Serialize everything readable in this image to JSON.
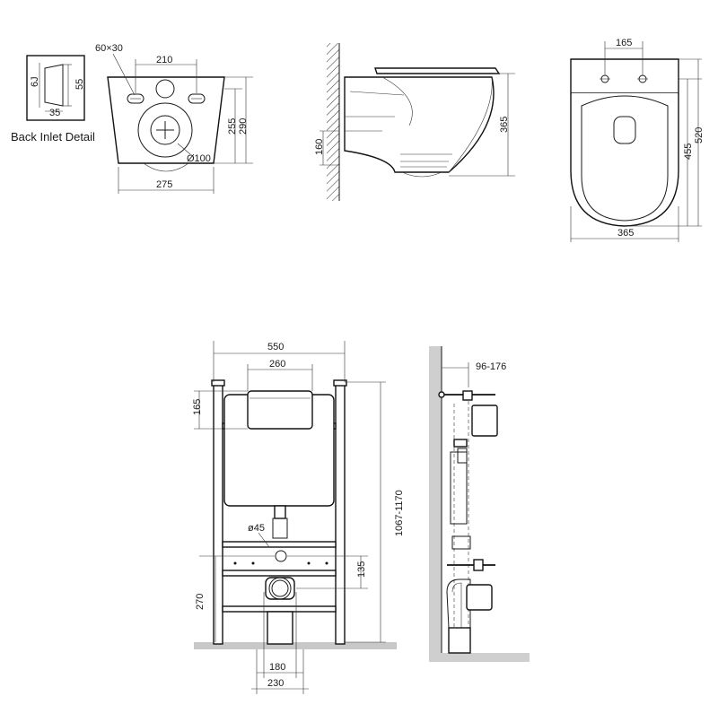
{
  "labels": {
    "back_inlet_detail": "Back Inlet Detail"
  },
  "dimensions": {
    "slot_size": "60×30",
    "inlet_h": "6J",
    "inlet_55": "55",
    "inlet_35": "35",
    "front_210": "210",
    "front_255": "255",
    "front_290": "290",
    "front_dia100": "Ø100",
    "front_275": "275",
    "side_365": "365",
    "side_160": "160",
    "top_165": "165",
    "top_455": "455",
    "top_520": "520",
    "top_365": "365",
    "frame_550": "550",
    "frame_260": "260",
    "frame_165": "165",
    "frame_1067_1170": "1067-1170",
    "frame_dia45": "ø45",
    "frame_135": "135",
    "frame_270": "270",
    "frame_180": "180",
    "frame_230": "230",
    "frameside_96_176": "96-176"
  }
}
